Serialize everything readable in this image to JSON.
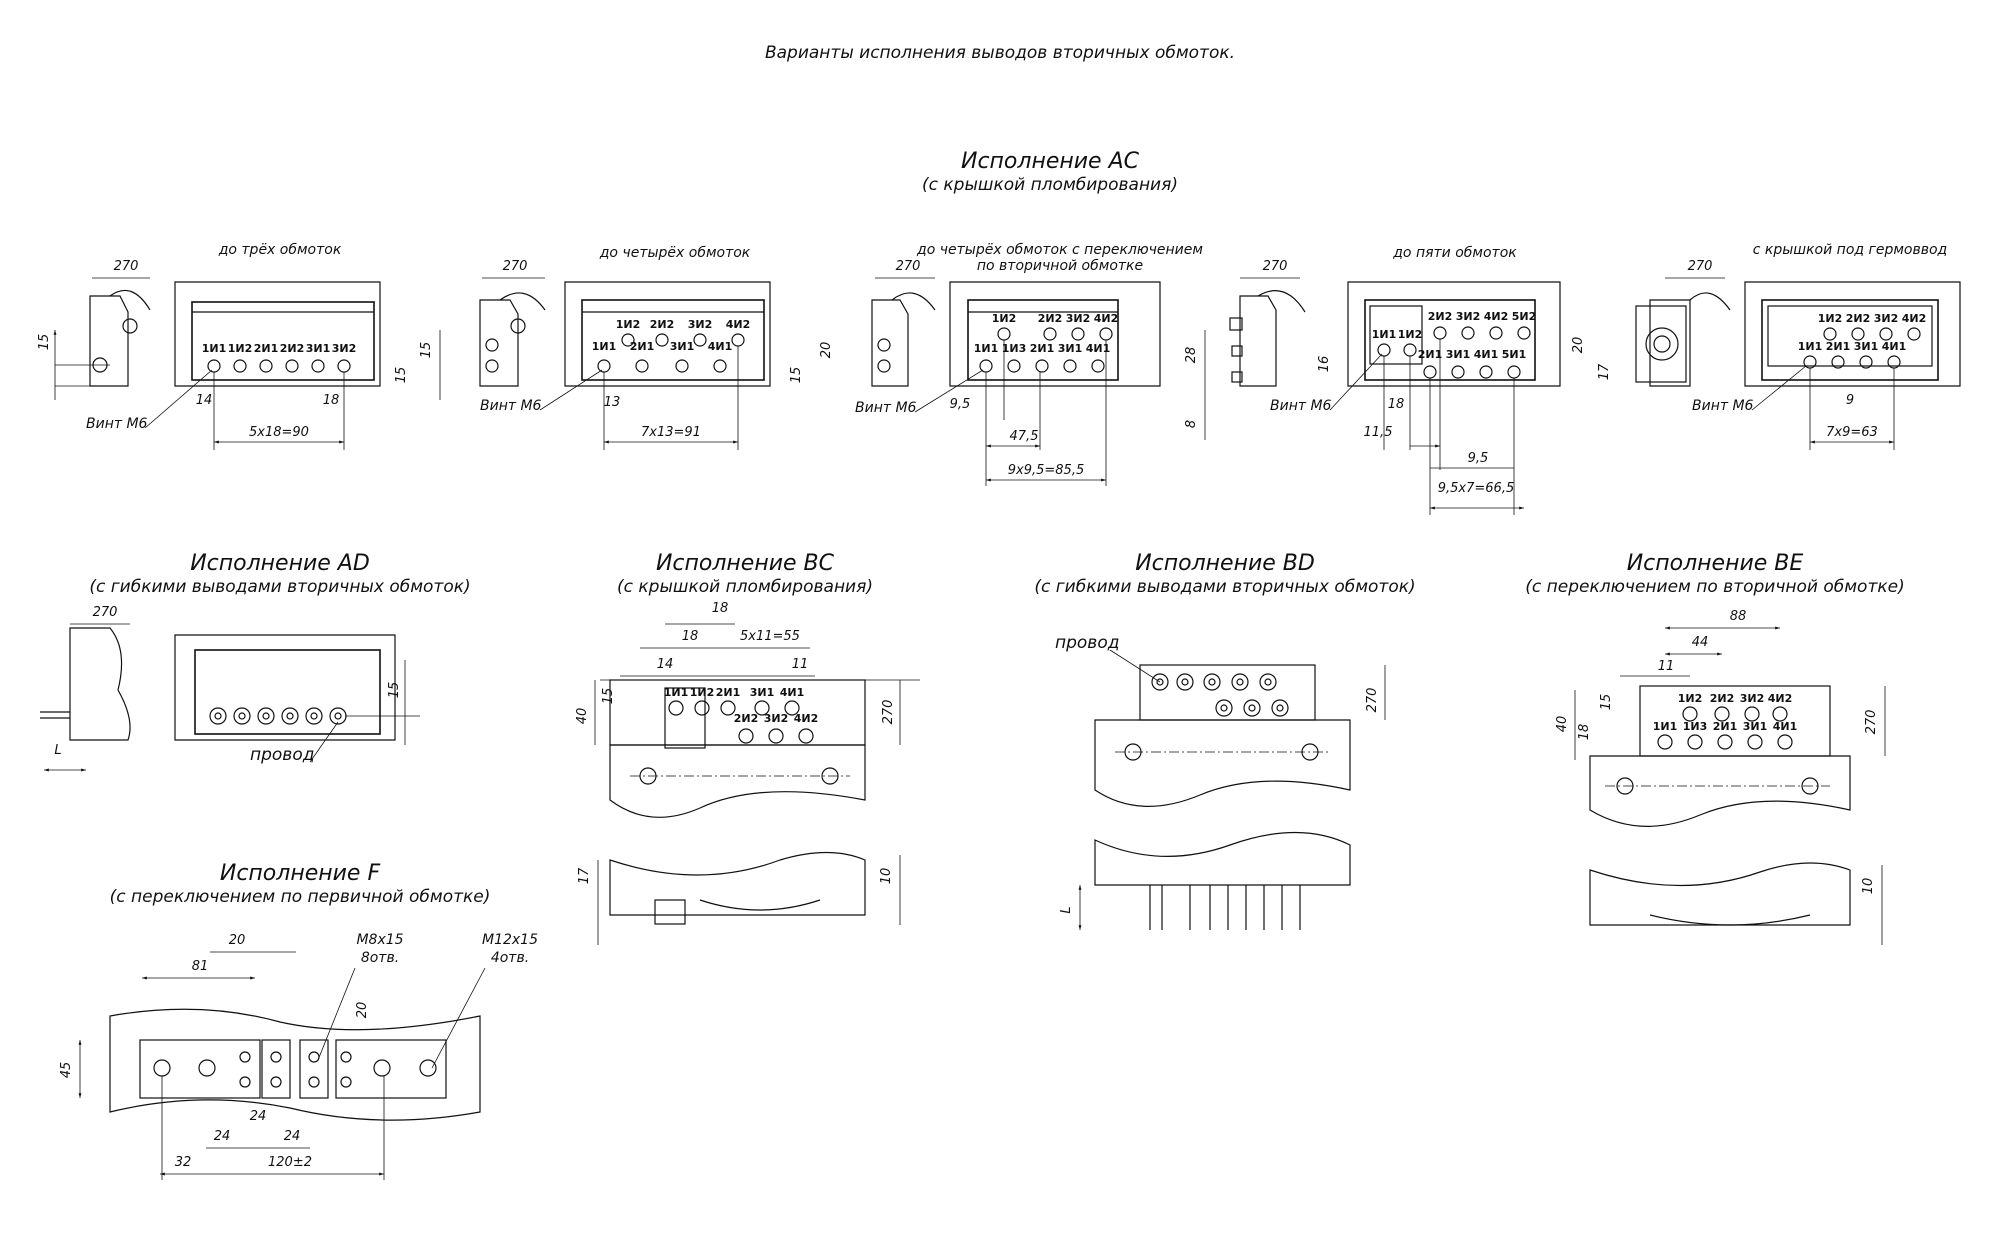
{
  "page_title": "Варианты исполнения выводов вторичных обмоток.",
  "ac": {
    "title": "Исполнение AC",
    "subtitle": "(с крышкой пломбирования)",
    "v1": {
      "caption": "до трёх обмоток",
      "angle": "270",
      "screw": "Винт М6",
      "pins": [
        "1И1",
        "1И2",
        "2И1",
        "2И2",
        "3И1",
        "3И2"
      ],
      "dims": {
        "d15": "15",
        "d14": "14",
        "d18": "18",
        "d90": "5x18=90"
      }
    },
    "v2": {
      "caption": "до четырёх обмоток",
      "angle": "270",
      "screw": "Винт М6",
      "pins_top": [
        "1И2",
        "2И2",
        "3И2",
        "4И2"
      ],
      "pins_bottom": [
        "1И1",
        "2И1",
        "3И1",
        "4И1"
      ],
      "dims": {
        "d15a": "15",
        "d15b": "15",
        "d13": "13",
        "d91": "7x13=91"
      }
    },
    "v3": {
      "caption1": "до четырёх обмоток с переключением",
      "caption2": "по вторичной обмотке",
      "angle": "270",
      "screw": "Винт М6",
      "pins_top": [
        "1И2",
        "2И2",
        "3И2",
        "4И2"
      ],
      "pins_bottom": [
        "1И1",
        "1И3",
        "2И1",
        "3И1",
        "4И1"
      ],
      "dims": {
        "d20": "20",
        "d15": "15",
        "d95": "9,5",
        "d475": "47,5",
        "d855": "9x9,5=85,5"
      }
    },
    "v4": {
      "caption": "до пяти обмоток",
      "angle": "270",
      "screw": "Винт М6",
      "pins_top": [
        "1И1",
        "1И2",
        "2И2",
        "3И2",
        "4И2",
        "5И2"
      ],
      "pins_bottom": [
        "2И1",
        "3И1",
        "4И1",
        "5И1"
      ],
      "dims": {
        "d28": "28",
        "d8": "8",
        "d16": "16",
        "d18": "18",
        "d115": "11,5",
        "d95": "9,5",
        "d665": "9,5x7=66,5"
      }
    },
    "v5": {
      "caption": "с крышкой под гермоввод",
      "angle": "270",
      "screw": "Винт М6",
      "pins_top": [
        "1И2",
        "2И2",
        "3И2",
        "4И2"
      ],
      "pins_bottom": [
        "1И1",
        "2И1",
        "3И1",
        "4И1"
      ],
      "dims": {
        "d20": "20",
        "d17": "17",
        "d9": "9",
        "d63": "7x9=63"
      }
    }
  },
  "ad": {
    "title": "Исполнение AD",
    "subtitle": "(с гибкими выводами вторичных обмоток)",
    "angle": "270",
    "wire": "провод",
    "dims": {
      "d15": "15",
      "L": "L"
    }
  },
  "bc": {
    "title": "Исполнение BC",
    "subtitle": "(с крышкой пломбирования)",
    "pins_top": [
      "1И1",
      "1И2",
      "2И1",
      "3И1",
      "4И1"
    ],
    "pins_bottom": [
      "2И2",
      "3И2",
      "4И2"
    ],
    "dims": {
      "d18a": "18",
      "d18b": "18",
      "d14": "14",
      "d55": "5x11=55",
      "d11": "11",
      "d40": "40",
      "d15": "15",
      "d270": "270",
      "d17": "17",
      "d10": "10"
    }
  },
  "bd": {
    "title": "Исполнение BD",
    "subtitle": "(с гибкими выводами вторичных обмоток)",
    "wire": "провод",
    "dims": {
      "d270": "270",
      "L": "L"
    }
  },
  "be": {
    "title": "Исполнение BE",
    "subtitle": "(с переключением по вторичной обмотке)",
    "pins_top": [
      "1И2",
      "2И2",
      "3И2",
      "4И2"
    ],
    "pins_bottom": [
      "1И1",
      "1И3",
      "2И1",
      "3И1",
      "4И1"
    ],
    "dims": {
      "d88": "88",
      "d44": "44",
      "d11": "11",
      "d40": "40",
      "d15": "15",
      "d18": "18",
      "d270": "270",
      "d10": "10"
    }
  },
  "f": {
    "title": "Исполнение F",
    "subtitle": "(с переключением по первичной обмотке)",
    "m8": "М8х15",
    "m8n": "8отв.",
    "m12": "М12х15",
    "m12n": "4отв.",
    "dims": {
      "d20a": "20",
      "d81": "81",
      "d20b": "20",
      "d45": "45",
      "d24a": "24",
      "d24b": "24",
      "d24c": "24",
      "d32": "32",
      "d120": "120±2"
    }
  }
}
